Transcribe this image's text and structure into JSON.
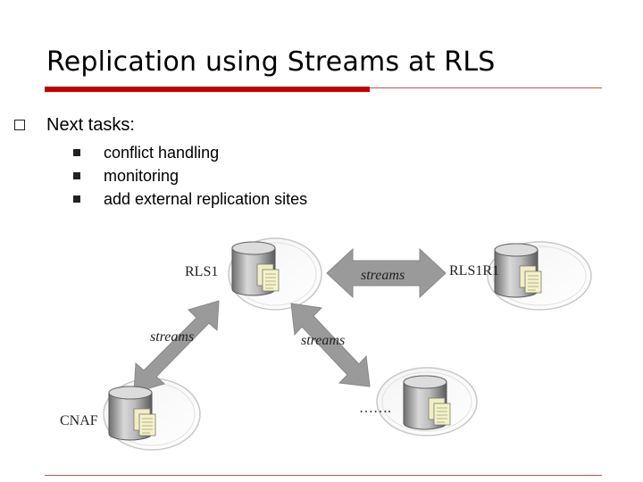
{
  "title": "Replication using Streams at RLS",
  "colors": {
    "accent": "#c00000",
    "rule": "#c0504d",
    "arrow": "#9a9a9a"
  },
  "main_bullet": {
    "icon": "hollow-square-bullet-icon",
    "text": "Next tasks:"
  },
  "sub_bullets": [
    {
      "icon": "square-bullet-icon",
      "text": "conflict handling"
    },
    {
      "icon": "square-bullet-icon",
      "text": "monitoring"
    },
    {
      "icon": "square-bullet-icon",
      "text": "add external replication sites"
    }
  ],
  "diagram": {
    "nodes": [
      {
        "id": "rls1",
        "label": "RLS1",
        "icon": "database-server-icon"
      },
      {
        "id": "rls1r1",
        "label": "RLS1R1",
        "icon": "database-server-icon"
      },
      {
        "id": "cnaf",
        "label": "CNAF",
        "icon": "database-server-icon"
      },
      {
        "id": "other",
        "label": "…….",
        "icon": "database-server-icon"
      }
    ],
    "edges": [
      {
        "from": "rls1",
        "to": "rls1r1",
        "label": "streams"
      },
      {
        "from": "rls1",
        "to": "cnaf",
        "label": "streams"
      },
      {
        "from": "rls1",
        "to": "other",
        "label": "streams"
      }
    ]
  }
}
